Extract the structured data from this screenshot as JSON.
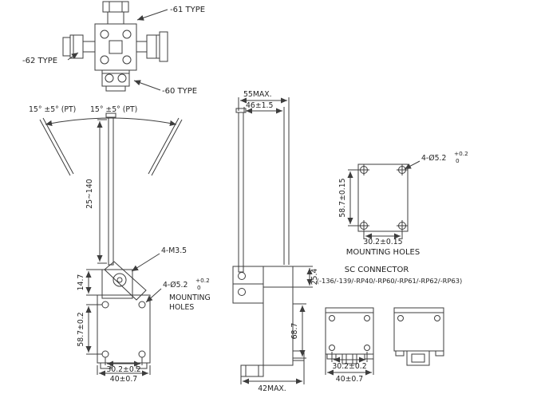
{
  "colors": {
    "line": "#3d3d3d",
    "text": "#1f1f1f",
    "background": "#ffffff"
  },
  "drawing": {
    "top_view": {
      "label_61": "-61 TYPE",
      "label_62": "-62 TYPE",
      "label_60": "-60 TYPE"
    },
    "front_view": {
      "angle_left": "15° ±5° (PT)",
      "angle_right": "15° ±5° (PT)",
      "lever_range": "25~140",
      "thread_label": "4-M3.5",
      "hole_label": "4-Ø5.2",
      "hole_tol_plus": "+0.2",
      "hole_tol_zero": "0",
      "mounting_word": "MOUNTING",
      "holes_word": "HOLES",
      "dim_head_offset": "14.7",
      "dim_hole_spacing_v": "58.7±0.2",
      "dim_hole_spacing_h": "30.2±0.2",
      "dim_body_width": "40±0.7"
    },
    "side_view": {
      "dim_overall_width": "55MAX.",
      "dim_body_depth": "46±1.5",
      "dim_head_depth": "25.4",
      "dim_body_height": "68.7",
      "dim_bottom_width": "42MAX."
    },
    "mounting_holes_view": {
      "hole_label": "4-Ø5.2",
      "hole_tol_plus": "+0.2",
      "hole_tol_zero": "0",
      "dim_vertical": "58.7±0.15",
      "dim_horizontal": "30.2±0.15",
      "title": "MOUNTING HOLES"
    },
    "sc_connector": {
      "title": "SC CONNECTOR",
      "models": "(-136/-139/-RP40/-RP60/-RP61/-RP62/-RP63)",
      "dim_hole_spacing": "30.2±0.2",
      "dim_body_width": "40±0.7"
    }
  }
}
